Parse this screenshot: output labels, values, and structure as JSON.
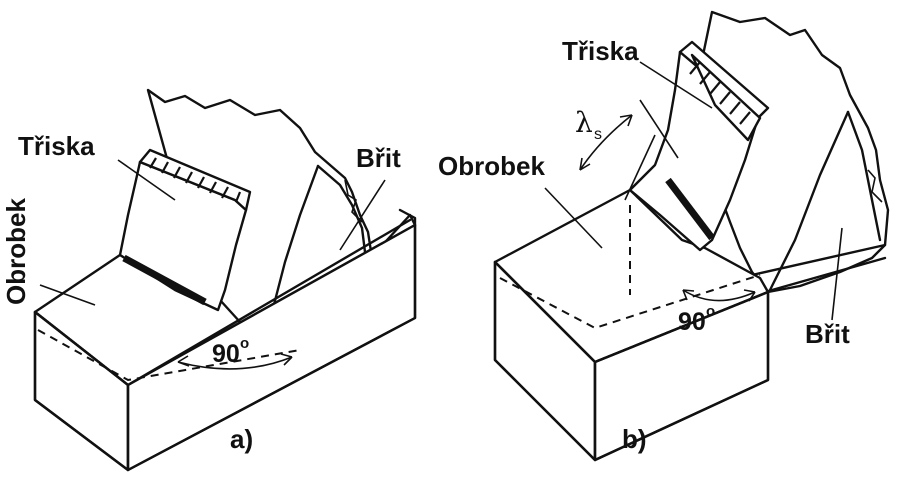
{
  "figure_a": {
    "chip_label": "Třiska",
    "workpiece_label": "Obrobek",
    "edge_label": "Břit",
    "angle_value": "90",
    "angle_unit": "o",
    "caption": "a)"
  },
  "figure_b": {
    "chip_label": "Třiska",
    "workpiece_label": "Obrobek",
    "edge_label": "Břit",
    "inclination_symbol": "λ",
    "inclination_subscript": "s",
    "angle_value": "90",
    "angle_unit": "o",
    "caption": "b)"
  }
}
